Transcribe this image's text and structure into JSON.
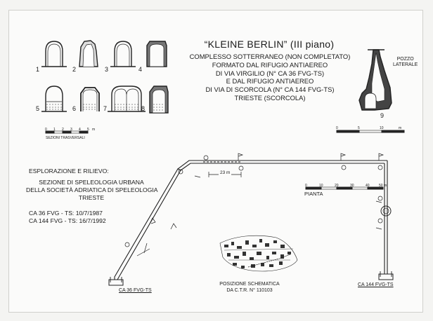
{
  "title": "“KLEINE BERLIN” (III piano)",
  "description_lines": [
    "COMPLESSO SOTTERRANEO (NON COMPLETATO)",
    "FORMATO DAL RIFUGIO ANTIAEREO",
    "DI VIA VIRGILIO  (N° CA 36 FVG-TS)",
    "E DAL RIFUGIO ANTIAEREO",
    "DI VIA DI SCORCOLA (N° CA 144 FVG-TS)",
    "TRIESTE  (SCORCOLA)"
  ],
  "survey": {
    "heading": "ESPLORAZIONE E RILIEVO:",
    "org_lines": [
      "SEZIONE DI SPELEOLOGIA URBANA",
      "DELLA SOCIETÀ ADRIATICA DI SPELEOLOGIA",
      "TRIESTE"
    ],
    "dates": [
      "CA   36 FVG - TS: 10/7/1987",
      "CA 144 FVG - TS: 16/7/1992"
    ]
  },
  "sections": {
    "numbers": [
      "1",
      "2",
      "3",
      "4",
      "5",
      "6",
      "7",
      "8",
      "9"
    ],
    "scale_label": "SEZIONI TRASVERSALI",
    "scale_ticks": [
      "0",
      "1",
      "2",
      "3",
      "4",
      "5"
    ],
    "scale_unit": "m"
  },
  "pozzo": {
    "line1": "POZZO",
    "line2": "LATERALE"
  },
  "top_scale": {
    "ticks": [
      "0",
      "5",
      "10"
    ],
    "unit": "m"
  },
  "plan": {
    "label": "PIANTA",
    "scale_ticks": [
      "0",
      "10",
      "20",
      "30",
      "40"
    ],
    "scale_unit": "50 m",
    "distance": "23 m",
    "entrance_left": "CA 36 FVG-TS",
    "entrance_right": "CA 144 FVG-TS"
  },
  "location": {
    "line1": "POSIZIONE SCHEMATICA",
    "line2": "DA C.T.R. N° 110103"
  }
}
